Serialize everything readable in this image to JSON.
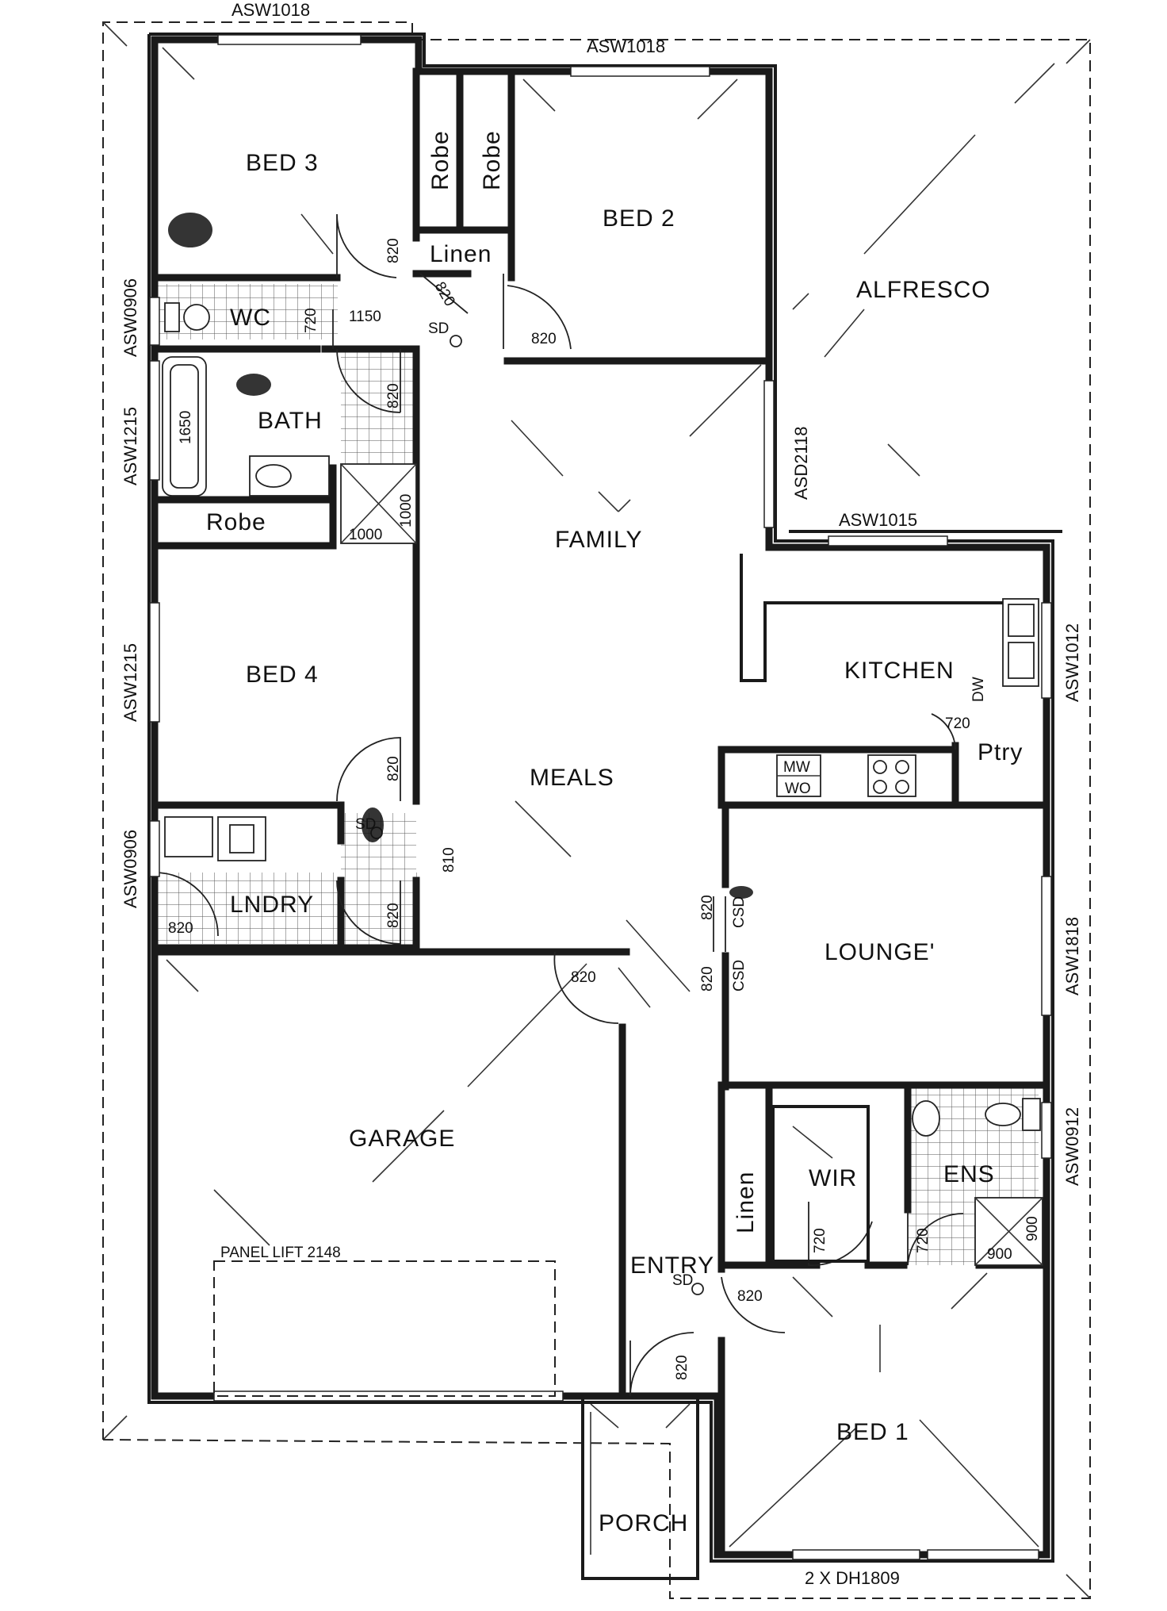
{
  "rooms": {
    "bed3": "BED 3",
    "bed2": "BED 2",
    "alfresco": "ALFRESCO",
    "robe1": "Robe",
    "robe2": "Robe",
    "linen_top": "Linen",
    "wc": "WC",
    "bath": "BATH",
    "robe_bath": "Robe",
    "family": "FAMILY",
    "kitchen": "KITCHEN",
    "ptry": "Ptry",
    "bed4": "BED 4",
    "meals": "MEALS",
    "lndry": "LNDRY",
    "lounge": "LOUNGE'",
    "garage": "GARAGE",
    "linen_wir": "Linen",
    "wir": "WIR",
    "ens": "ENS",
    "entry": "ENTRY",
    "bed1": "BED 1",
    "porch": "PORCH"
  },
  "windows": {
    "top_left": "ASW1018",
    "top_mid": "ASW1018",
    "wc": "ASW0906",
    "bath": "ASW1215",
    "bed4": "ASW1215",
    "lndry": "ASW0906",
    "alfresco_door": "ASD2118",
    "kitchen_top": "ASW1015",
    "kitchen_side": "ASW1012",
    "lounge": "ASW1818",
    "ens": "ASW0912",
    "bed1": "2 X DH1809",
    "garage_door": "PANEL LIFT 2148"
  },
  "dims": {
    "d820_bed3": "820",
    "d820_linen": "820",
    "d720_wc": "720",
    "d1150": "1150",
    "sd1": "SD",
    "d820_bed2": "820",
    "d820_bath": "820",
    "bath_len": "1650",
    "shower_a": "1000",
    "shower_b": "1000",
    "d820_bed4": "820",
    "sd2": "SD",
    "d810": "810",
    "d820_lndry_ext": "820",
    "d820_lndry": "820",
    "d820_garage": "820",
    "csd_a": "820",
    "csd_a_lbl": "CSD",
    "csd_b": "820",
    "csd_b_lbl": "CSD",
    "dw": "DW",
    "d720_ptry": "720",
    "mw": "MW",
    "wo": "WO",
    "d720_wir": "720",
    "d720_ens": "720",
    "shower_ens_a": "900",
    "shower_ens_b": "900",
    "sd3": "SD",
    "d820_entry": "820",
    "d820_front": "820"
  }
}
